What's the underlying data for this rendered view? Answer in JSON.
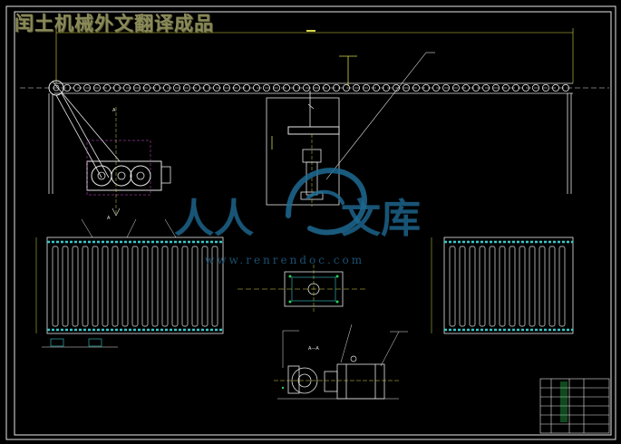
{
  "banner": {
    "title": "闰土机械外文翻译成品"
  },
  "watermark": {
    "chars_left": "人人",
    "chars_right": "文库",
    "url": "www.renrendoc.com"
  },
  "section_label": "A—A",
  "view_marker": "A",
  "colors": {
    "background": "#000000",
    "line_white": "#e6e6e6",
    "line_cyan": "#39c9c9",
    "line_green": "#2fd05a",
    "line_magenta": "#d050d0",
    "line_yellow": "#d7d74a",
    "watermark_blue": "#1e6a93",
    "banner_olive": "#8a8a5a"
  }
}
